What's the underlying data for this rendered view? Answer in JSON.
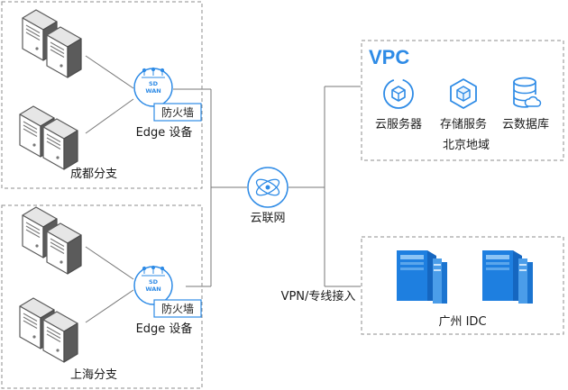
{
  "branches": [
    {
      "name": "成都分支",
      "device": "Edge 设备",
      "firewall": "防火墙"
    },
    {
      "name": "上海分支",
      "device": "Edge 设备",
      "firewall": "防火墙"
    }
  ],
  "sdwan_badge": "SD WAN",
  "hub": {
    "label": "云联网"
  },
  "vpc": {
    "title": "VPC",
    "services": [
      {
        "label": "云服务器",
        "icon": "cube-ring-icon"
      },
      {
        "label": "存储服务",
        "icon": "box-icon"
      },
      {
        "label": "云数据库",
        "icon": "database-cloud-icon"
      }
    ],
    "region": "北京地域"
  },
  "idc": {
    "label": "广州 IDC",
    "link_label": "VPN/专线接入"
  },
  "colors": {
    "accent": "#2e8be6",
    "server_dark": "#555555",
    "line": "#777777",
    "dash": "#8c8c8c"
  }
}
